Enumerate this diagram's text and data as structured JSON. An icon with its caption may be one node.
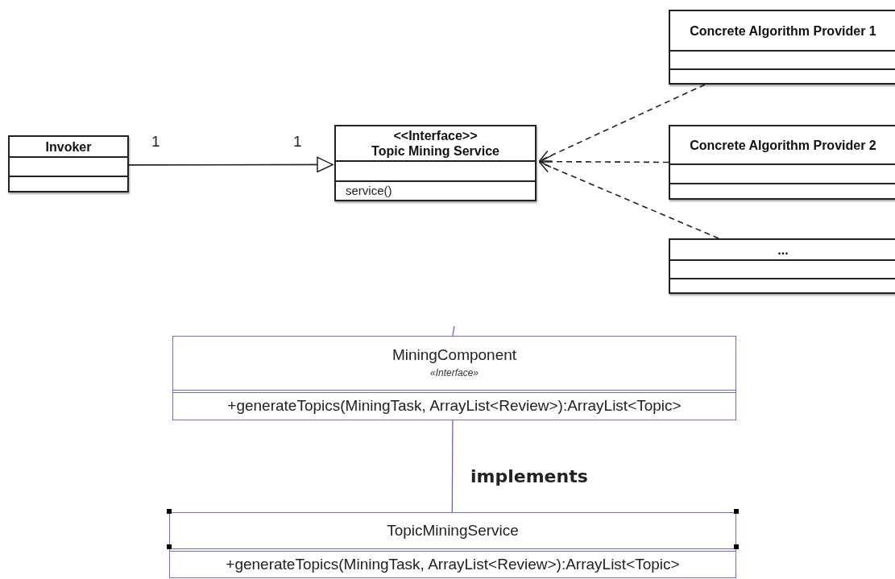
{
  "diagram": {
    "nodes": [
      {
        "text": [
          "Invoker"
        ]
      },
      {
        "text": [
          "<<Interface>>",
          "Topic Mining Service",
          "service()"
        ]
      },
      {
        "text": [
          "Concrete Algorithm Provider 1"
        ]
      },
      {
        "text": [
          "Concrete Algorithm Provider 2"
        ]
      },
      {
        "text": [
          "..."
        ]
      },
      {
        "text": [
          "MiningComponent",
          "«Interface»",
          "+generateTopics(MiningTask, ArrayList<Review>):ArrayList<Topic>"
        ]
      },
      {
        "text": [
          "TopicMiningService",
          "+generateTopics(MiningTask, ArrayList<Review>):ArrayList<Topic>"
        ]
      }
    ],
    "edges": [
      {
        "from": 0,
        "to": 1,
        "arrow": "to"
      },
      {
        "from": 2,
        "to": 1,
        "arrow": "to",
        "style": "dashed"
      },
      {
        "from": 3,
        "to": 1,
        "arrow": "to",
        "style": "dashed"
      },
      {
        "from": 4,
        "to": 1,
        "arrow": "to",
        "style": "dashed"
      },
      {
        "from": null,
        "to": 5,
        "arrow": "none",
        "color": "#5a5ae0"
      },
      {
        "from": 6,
        "to": 5,
        "arrow": "none",
        "label": "implements",
        "color": "#5a5ae0"
      }
    ],
    "labels": [
      "1",
      "1"
    ]
  }
}
